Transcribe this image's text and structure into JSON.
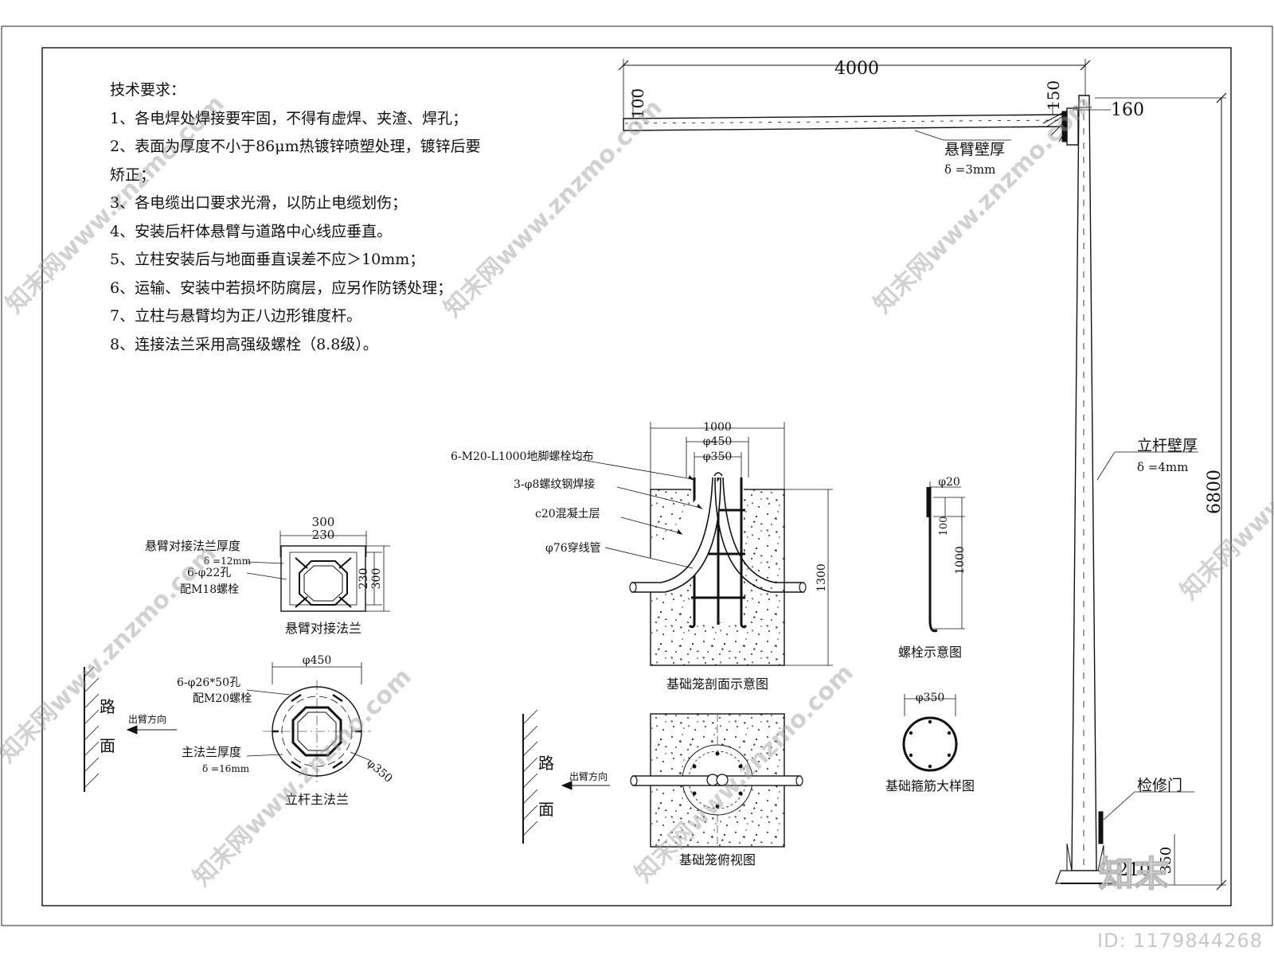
{
  "requirements": {
    "title": "技术要求：",
    "items": [
      "1、各电焊处焊接要牢固，不得有虚焊、夹渣、焊孔；",
      "2、表面为厚度不小于86μm热镀锌喷塑处理，镀锌后要",
      "矫正；",
      "3、各电缆出口要求光滑，以防止电缆划伤；",
      "4、安装后杆体悬臂与道路中心线应垂直。",
      "5、立柱安装后与地面垂直误差不应＞10mm；",
      "6、运输、安装中若损坏防腐层，应另作防锈处理；",
      "7、立柱与悬臂均为正八边形锥度杆。",
      "8、连接法兰采用高强级螺栓（8.8级）。"
    ]
  },
  "pole": {
    "arm_length": "4000",
    "arm_end_height": "100",
    "arm_root_height": "150",
    "pole_width": "160",
    "arm_wall_label": "悬臂壁厚",
    "arm_wall_value": "δ =3mm",
    "pole_wall_label": "立杆壁厚",
    "pole_wall_value": "δ =4mm",
    "pole_height": "6800",
    "door_label": "检修门",
    "base_width": "210",
    "base_height": "350"
  },
  "arm_flange": {
    "dim_outer": "300",
    "dim_inner": "230",
    "dim_side_inner": "230",
    "dim_side_outer": "300",
    "thickness_label": "悬臂对接法兰厚度",
    "thickness_value": "δ =12mm",
    "holes_label": "6-φ22孔",
    "bolts_label": "配M18螺栓",
    "caption": "悬臂对接法兰"
  },
  "main_flange": {
    "dim_outer": "φ450",
    "holes_label": "6-φ26*50孔",
    "bolts_label": "配M20螺栓",
    "thickness_label": "主法兰厚度",
    "thickness_value": "δ =16mm",
    "dim_bolt_circle": "φ350",
    "caption": "立杆主法兰",
    "road_char_1": "路",
    "road_char_2": "面",
    "direction_label": "出臂方向"
  },
  "foundation_section": {
    "dim_width": "1000",
    "dim_outer": "φ450",
    "dim_inner": "φ350",
    "anchor_label": "6-M20-L1000地脚螺栓均布",
    "rebar_label": "3-φ8螺纹钢焊接",
    "concrete_label": "c20混凝土层",
    "conduit_label": "φ76穿线管",
    "dim_height": "1300",
    "caption": "基础笼剖面示意图"
  },
  "foundation_plan": {
    "road_char_1": "路",
    "road_char_2": "面",
    "direction_label": "出臂方向",
    "caption": "基础笼俯视图"
  },
  "bolt_detail": {
    "dim_diameter": "φ20",
    "dim_hook": "100",
    "dim_length": "1000",
    "caption": "螺栓示意图"
  },
  "stirrup_detail": {
    "dim_diameter": "φ350",
    "caption": "基础箍筋大样图"
  },
  "watermark": {
    "text": "知末网www.znzmo.com",
    "brand": "知末",
    "id_text": "ID: 1179844268"
  }
}
